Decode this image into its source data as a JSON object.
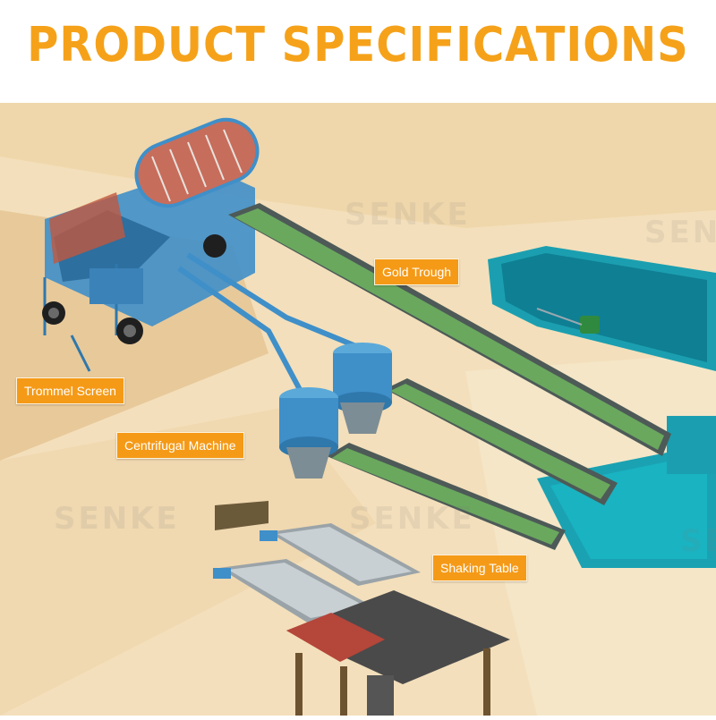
{
  "header": {
    "title": "PRODUCT SPECIFICATIONS"
  },
  "labels": {
    "gold_trough": "Gold Trough",
    "trommel_screen": "Trommel Screen",
    "centrifugal_machine": "Centrifugal Machine",
    "shaking_table": "Shaking Table"
  },
  "watermark": "SENKE",
  "colors": {
    "title": "#f5a21a",
    "label_bg": "#f59a17",
    "machine_blue": "#3f8fc9",
    "trough_green": "#5f9e58",
    "pool_teal": "#1aa0b0",
    "sand": "#ecd2a6"
  }
}
